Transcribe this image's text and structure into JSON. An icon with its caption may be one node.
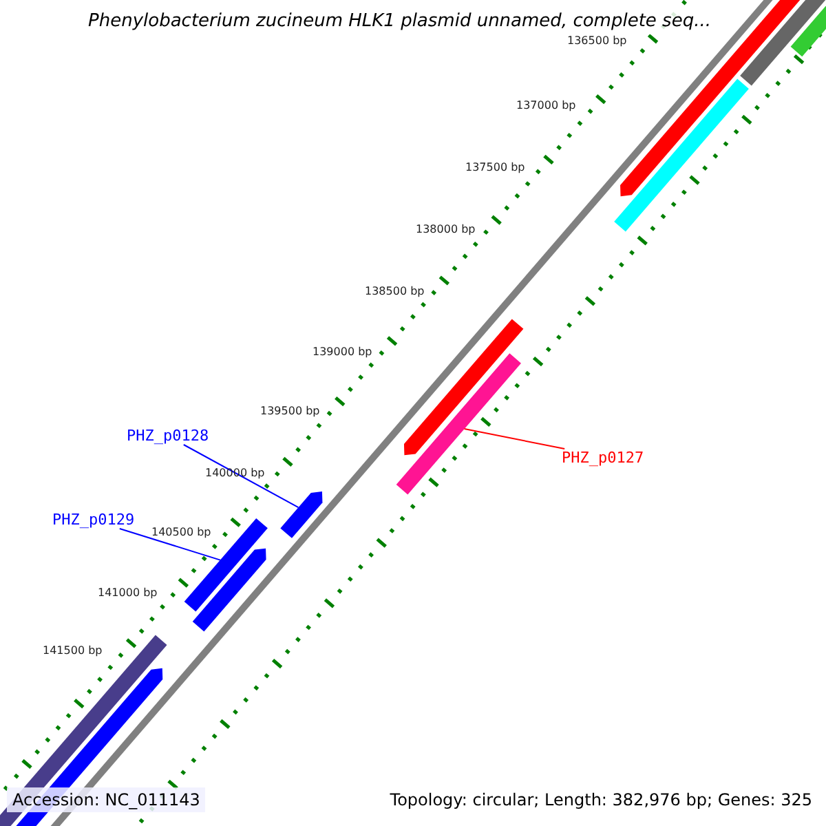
{
  "diagram": {
    "title": "Phenylobacterium zucineum HLK1 plasmid unnamed, complete seq...",
    "nodes": [
      {
        "text": [
          "PHZ_p0128"
        ]
      },
      {
        "text": [],
        "shape": "bar"
      },
      {
        "text": [
          "PHZ_p0129"
        ]
      },
      {
        "text": [],
        "shape": "bar"
      },
      {
        "text": [
          "PHZ_p0127"
        ]
      },
      {
        "text": [],
        "shape": "bar"
      }
    ],
    "edges": [
      {
        "from": 0,
        "to": 1,
        "arrow": "none",
        "color": "#0000ff"
      },
      {
        "from": 2,
        "to": 3,
        "arrow": "none",
        "color": "#0000ff"
      },
      {
        "from": 4,
        "to": 5,
        "arrow": "none",
        "color": "#ff0000"
      }
    ],
    "labels": [
      "136500 bp",
      "137000 bp",
      "137500 bp",
      "138000 bp",
      "138500 bp",
      "139000 bp",
      "139500 bp",
      "140000 bp",
      "140500 bp",
      "141000 bp",
      "141500 bp",
      "Accession: NC_011143",
      "Topology: circular; Length: 382,976 bp; Genes: 325"
    ]
  }
}
